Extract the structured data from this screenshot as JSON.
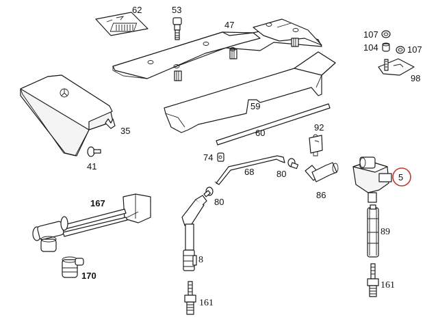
{
  "diagram": {
    "type": "exploded-parts-diagram",
    "highlight_color": "#c0392b",
    "highlighted_part": "5",
    "parts": [
      {
        "id": "p62",
        "number": "62",
        "name": "label-plate"
      },
      {
        "id": "p53",
        "number": "53",
        "name": "bolt"
      },
      {
        "id": "p47",
        "number": "47",
        "name": "upper-cover-plate"
      },
      {
        "id": "p107a",
        "number": "107",
        "name": "nut"
      },
      {
        "id": "p104",
        "number": "104",
        "name": "sleeve"
      },
      {
        "id": "p107b",
        "number": "107",
        "name": "nut"
      },
      {
        "id": "p98",
        "number": "98",
        "name": "bracket"
      },
      {
        "id": "p35",
        "number": "35",
        "name": "clip"
      },
      {
        "id": "p41",
        "number": "41",
        "name": "screw"
      },
      {
        "id": "p59",
        "number": "59",
        "name": "lower-cover"
      },
      {
        "id": "p60",
        "number": "60",
        "name": "seal-strip"
      },
      {
        "id": "p92",
        "number": "92",
        "name": "holder"
      },
      {
        "id": "p74",
        "number": "74",
        "name": "clamp"
      },
      {
        "id": "p68",
        "number": "68",
        "name": "ignition-lead"
      },
      {
        "id": "p80a",
        "number": "80",
        "name": "connector"
      },
      {
        "id": "p80b",
        "number": "80",
        "name": "connector"
      },
      {
        "id": "p86",
        "number": "86",
        "name": "angled-plug"
      },
      {
        "id": "p5",
        "number": "5",
        "name": "ignition-coil"
      },
      {
        "id": "p167",
        "number": "167",
        "name": "cable-harness"
      },
      {
        "id": "p170",
        "number": "170",
        "name": "angled-connector"
      },
      {
        "id": "p89",
        "number": "89",
        "name": "spark-plug-connector"
      },
      {
        "id": "p8",
        "number": "8",
        "name": "coil-extension"
      },
      {
        "id": "p161a",
        "number": "161",
        "name": "spark-plug"
      },
      {
        "id": "p161b",
        "number": "161",
        "name": "spark-plug"
      }
    ]
  }
}
